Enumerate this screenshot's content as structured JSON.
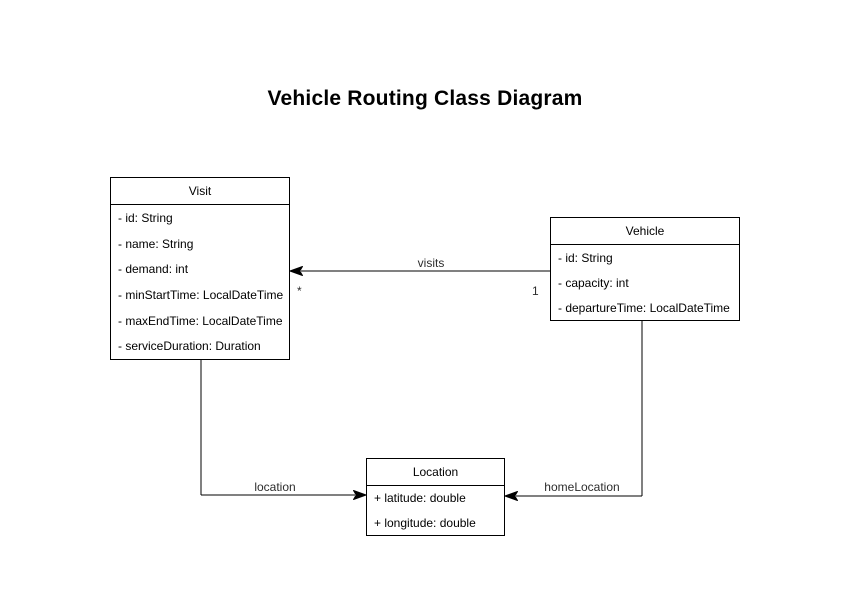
{
  "title": "Vehicle Routing Class Diagram",
  "classes": {
    "visit": {
      "name": "Visit",
      "attributes": [
        "- id: String",
        "- name: String",
        "- demand: int",
        "- minStartTime: LocalDateTime",
        "- maxEndTime: LocalDateTime",
        "- serviceDuration: Duration"
      ]
    },
    "vehicle": {
      "name": "Vehicle",
      "attributes": [
        "- id: String",
        "- capacity: int",
        "- departureTime: LocalDateTime"
      ]
    },
    "location": {
      "name": "Location",
      "attributes": [
        "+ latitude: double",
        "+ longitude: double"
      ]
    }
  },
  "edges": {
    "visits": {
      "label": "visits",
      "source_class": "Vehicle",
      "target_class": "Visit",
      "source_multiplicity": "1",
      "target_multiplicity": "*"
    },
    "location": {
      "label": "location",
      "source_class": "Visit",
      "target_class": "Location"
    },
    "home_location": {
      "label": "homeLocation",
      "source_class": "Vehicle",
      "target_class": "Location"
    }
  },
  "colors": {
    "stroke": "#000000",
    "fill": "#ffffff",
    "text": "#000000",
    "background": "#ffffff"
  }
}
